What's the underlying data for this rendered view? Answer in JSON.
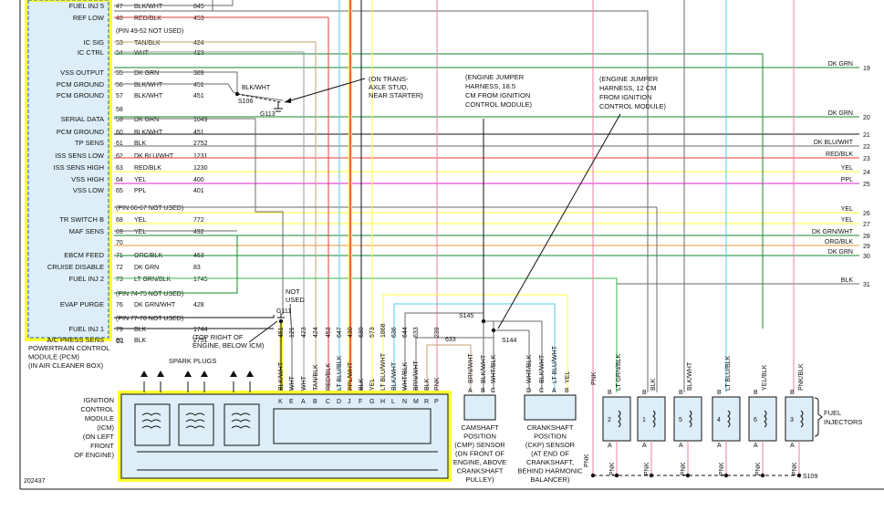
{
  "pcm": {
    "caption": [
      "POWERTRAIN CONTROL",
      "MODULE (PCM)",
      "(IN AIR CLEANER BOX)"
    ],
    "pin_c1": "C1",
    "rows": [
      {
        "label": "FUEL INJ 5",
        "pin": "47",
        "wire": "BLK/WHT",
        "circuit": "845"
      },
      {
        "label": "REF LOW",
        "pin": "48",
        "wire": "RED/BLK",
        "circuit": "453"
      },
      {
        "label": "",
        "pin": "",
        "wire": "(PIN 49-52 NOT USED)",
        "circuit": ""
      },
      {
        "label": "IC SIG",
        "pin": "53",
        "wire": "TAN/BLK",
        "circuit": "424"
      },
      {
        "label": "IC CTRL",
        "pin": "54",
        "wire": "WHT",
        "circuit": "423"
      },
      {
        "label": "VSS OUTPUT",
        "pin": "55",
        "wire": "DK GRN",
        "circuit": "389"
      },
      {
        "label": "PCM GROUND",
        "pin": "56",
        "wire": "BLK/WHT",
        "circuit": "451"
      },
      {
        "label": "PCM GROUND",
        "pin": "57",
        "wire": "BLK/WHT",
        "circuit": "451"
      },
      {
        "label": "",
        "pin": "58",
        "wire": "",
        "circuit": ""
      },
      {
        "label": "SERIAL DATA",
        "pin": "59",
        "wire": "DK GRN",
        "circuit": "1049"
      },
      {
        "label": "PCM GROUND",
        "pin": "60",
        "wire": "BLK/WHT",
        "circuit": "451"
      },
      {
        "label": "TP SENS",
        "pin": "61",
        "wire": "BLK",
        "circuit": "2752"
      },
      {
        "label": "ISS SENS LOW",
        "pin": "62",
        "wire": "DK BLU/WHT",
        "circuit": "1231"
      },
      {
        "label": "ISS SENS HIGH",
        "pin": "63",
        "wire": "RED/BLK",
        "circuit": "1230"
      },
      {
        "label": "VSS HIGH",
        "pin": "64",
        "wire": "YEL",
        "circuit": "400"
      },
      {
        "label": "VSS LOW",
        "pin": "65",
        "wire": "PPL",
        "circuit": "401"
      },
      {
        "label": "",
        "pin": "",
        "wire": "(PIN 66-67 NOT USED)",
        "circuit": ""
      },
      {
        "label": "TR SWITCH B",
        "pin": "68",
        "wire": "YEL",
        "circuit": "772"
      },
      {
        "label": "MAF SENS",
        "pin": "69",
        "wire": "YEL",
        "circuit": "492"
      },
      {
        "label": "",
        "pin": "70",
        "wire": "",
        "circuit": ""
      },
      {
        "label": "EBCM FEED",
        "pin": "71",
        "wire": "ORG/BLK",
        "circuit": "463"
      },
      {
        "label": "CRUISE DISABLE",
        "pin": "72",
        "wire": "DK GRN",
        "circuit": "83"
      },
      {
        "label": "FUEL INJ 2",
        "pin": "73",
        "wire": "LT GRN/BLK",
        "circuit": "1745"
      },
      {
        "label": "",
        "pin": "",
        "wire": "(PIN 74-75 NOT USED)",
        "circuit": ""
      },
      {
        "label": "EVAP PURGE",
        "pin": "76",
        "wire": "DK GRN/WHT",
        "circuit": "428"
      },
      {
        "label": "",
        "pin": "",
        "wire": "(PIN 77-78 NOT USED)",
        "circuit": ""
      },
      {
        "label": "FUEL INJ 1",
        "pin": "79",
        "wire": "BLK",
        "circuit": "1744"
      },
      {
        "label": "A/C PRESS SENS",
        "pin": "80",
        "wire": "BLK",
        "circuit": "2751"
      }
    ]
  },
  "right_edge": [
    {
      "wire": "DK GRN",
      "num": "19"
    },
    {
      "wire": "DK GRN",
      "num": "20"
    },
    {
      "wire": "",
      "num": "21"
    },
    {
      "wire": "DK BLU/WHT",
      "num": "22"
    },
    {
      "wire": "RED/BLK",
      "num": "23"
    },
    {
      "wire": "YEL",
      "num": "24"
    },
    {
      "wire": "PPL",
      "num": "25"
    },
    {
      "wire": "YEL",
      "num": "26"
    },
    {
      "wire": "YEL",
      "num": "27"
    },
    {
      "wire": "DK GRN/WHT",
      "num": "28"
    },
    {
      "wire": "ORG/BLK",
      "num": "29"
    },
    {
      "wire": "DK GRN",
      "num": "30"
    },
    {
      "wire": "BLK",
      "num": "31"
    }
  ],
  "splices": {
    "s106": "S106",
    "s145": "S145",
    "s144": "S144",
    "s109": "S109"
  },
  "grounds": {
    "g113": "G113",
    "g111": "G111",
    "g113_note": [
      "(ON TRANS-",
      "AXLE STUD,",
      "NEAR STARTER)"
    ],
    "g111_note": [
      "(TOP RIGHT OF",
      "ENGINE, BELOW ICM)"
    ],
    "g111_not_used": [
      "NOT",
      "USED"
    ],
    "s106_wire": "BLK/WHT"
  },
  "jumpers": {
    "left": [
      "(ENGINE JUMPER",
      "HARNESS, 18.5",
      "CM FROM IGNITION",
      "CONTROL MODULE)"
    ],
    "right": [
      "(ENGINE JUMPER",
      "HARNESS, 12 CM",
      "FROM IGNITION",
      "CONTROL MODULE)"
    ]
  },
  "icm": {
    "spark_plugs": "SPARK PLUGS",
    "caption": [
      "IGNITION",
      "CONTROL",
      "MODULE",
      "(ICM)",
      "(ON LEFT",
      "FRONT",
      "OF ENGINE)"
    ],
    "pins": [
      {
        "pin": "K",
        "wire": "BLK/WHT",
        "circuit": "451"
      },
      {
        "pin": "E",
        "wire": "WHT",
        "circuit": "121"
      },
      {
        "pin": "A",
        "wire": "WHT",
        "circuit": "423"
      },
      {
        "pin": "B",
        "wire": "TAN/BLK",
        "circuit": "424"
      },
      {
        "pin": "C",
        "wire": "RED/BLK",
        "circuit": "453"
      },
      {
        "pin": "D",
        "wire": "LT BLU/BLK",
        "circuit": "647"
      },
      {
        "pin": "J",
        "wire": "PPL/WHT",
        "circuit": "430"
      },
      {
        "pin": "F",
        "wire": "BLK",
        "circuit": "630"
      },
      {
        "pin": "G",
        "wire": "YEL",
        "circuit": "573"
      },
      {
        "pin": "H",
        "wire": "LT BLU/WHT",
        "circuit": "1868"
      },
      {
        "pin": "L",
        "wire": "BLK/WHT",
        "circuit": "636"
      },
      {
        "pin": "N",
        "wire": "WHT/BLK",
        "circuit": "644"
      },
      {
        "pin": "M",
        "wire": "BRN/WHT",
        "circuit": "633"
      },
      {
        "pin": "R",
        "wire": "BLK",
        "circuit": ""
      },
      {
        "pin": "P",
        "wire": "PNK",
        "circuit": "239"
      }
    ],
    "extra_633": "633"
  },
  "cmp": {
    "pins": [
      {
        "pin": "A",
        "wire": "BRN/WHT"
      },
      {
        "pin": "B",
        "wire": "BLK/WHT"
      },
      {
        "pin": "C",
        "wire": "WHT/BLK"
      }
    ],
    "caption": [
      "CAMSHAFT",
      "POSITION",
      "(CMP) SENSOR",
      "(ON FRONT OF",
      "ENGINE, ABOVE",
      "CRANKSHAFT",
      "PULLEY)"
    ]
  },
  "ckp": {
    "pins": [
      {
        "pin": "D",
        "wire": "WHT/BLK"
      },
      {
        "pin": "C",
        "wire": "BLK/WHT"
      },
      {
        "pin": "A",
        "wire": "LT BLU/WHT"
      },
      {
        "pin": "B",
        "wire": "YEL"
      }
    ],
    "caption": [
      "CRANKSHAFT",
      "POSITION",
      "(CKP) SENSOR",
      "(AT END OF",
      "CRANKSHAFT,",
      "BEHIND HARMONIC",
      "BALANCER)"
    ]
  },
  "injectors": {
    "caption": [
      "FUEL",
      "INJECTORS"
    ],
    "top_pnk": "PNK",
    "units": [
      {
        "num": "2",
        "b": "B",
        "wire": "LT GRN/BLK",
        "a": "A",
        "bottom": "PNK"
      },
      {
        "num": "1",
        "b": "B",
        "wire": "BLK",
        "a": "A",
        "bottom": "PNK"
      },
      {
        "num": "5",
        "b": "B",
        "wire": "BLK/WHT",
        "a": "A",
        "bottom": "PNK"
      },
      {
        "num": "4",
        "b": "B",
        "wire": "LT BLU/BLK",
        "a": "A",
        "bottom": "PNK"
      },
      {
        "num": "6",
        "b": "B",
        "wire": "YEL/BLK",
        "a": "A",
        "bottom": "PNK"
      },
      {
        "num": "3",
        "b": "B",
        "wire": "PNK/BLK",
        "a": "A",
        "bottom": "PNK"
      }
    ]
  },
  "colors": {
    "yellow": "#ffff33",
    "red": "#e8393a",
    "pink": "#ee7fa8",
    "magenta": "#e020c8",
    "dkgrn": "#138a2e",
    "ltgrn": "#33b84a",
    "ltblu": "#55c8e8",
    "tan": "#c8a070",
    "gray": "#6a6a6a",
    "orange": "#e89a30",
    "black": "#111111"
  },
  "figure_id": "202437"
}
